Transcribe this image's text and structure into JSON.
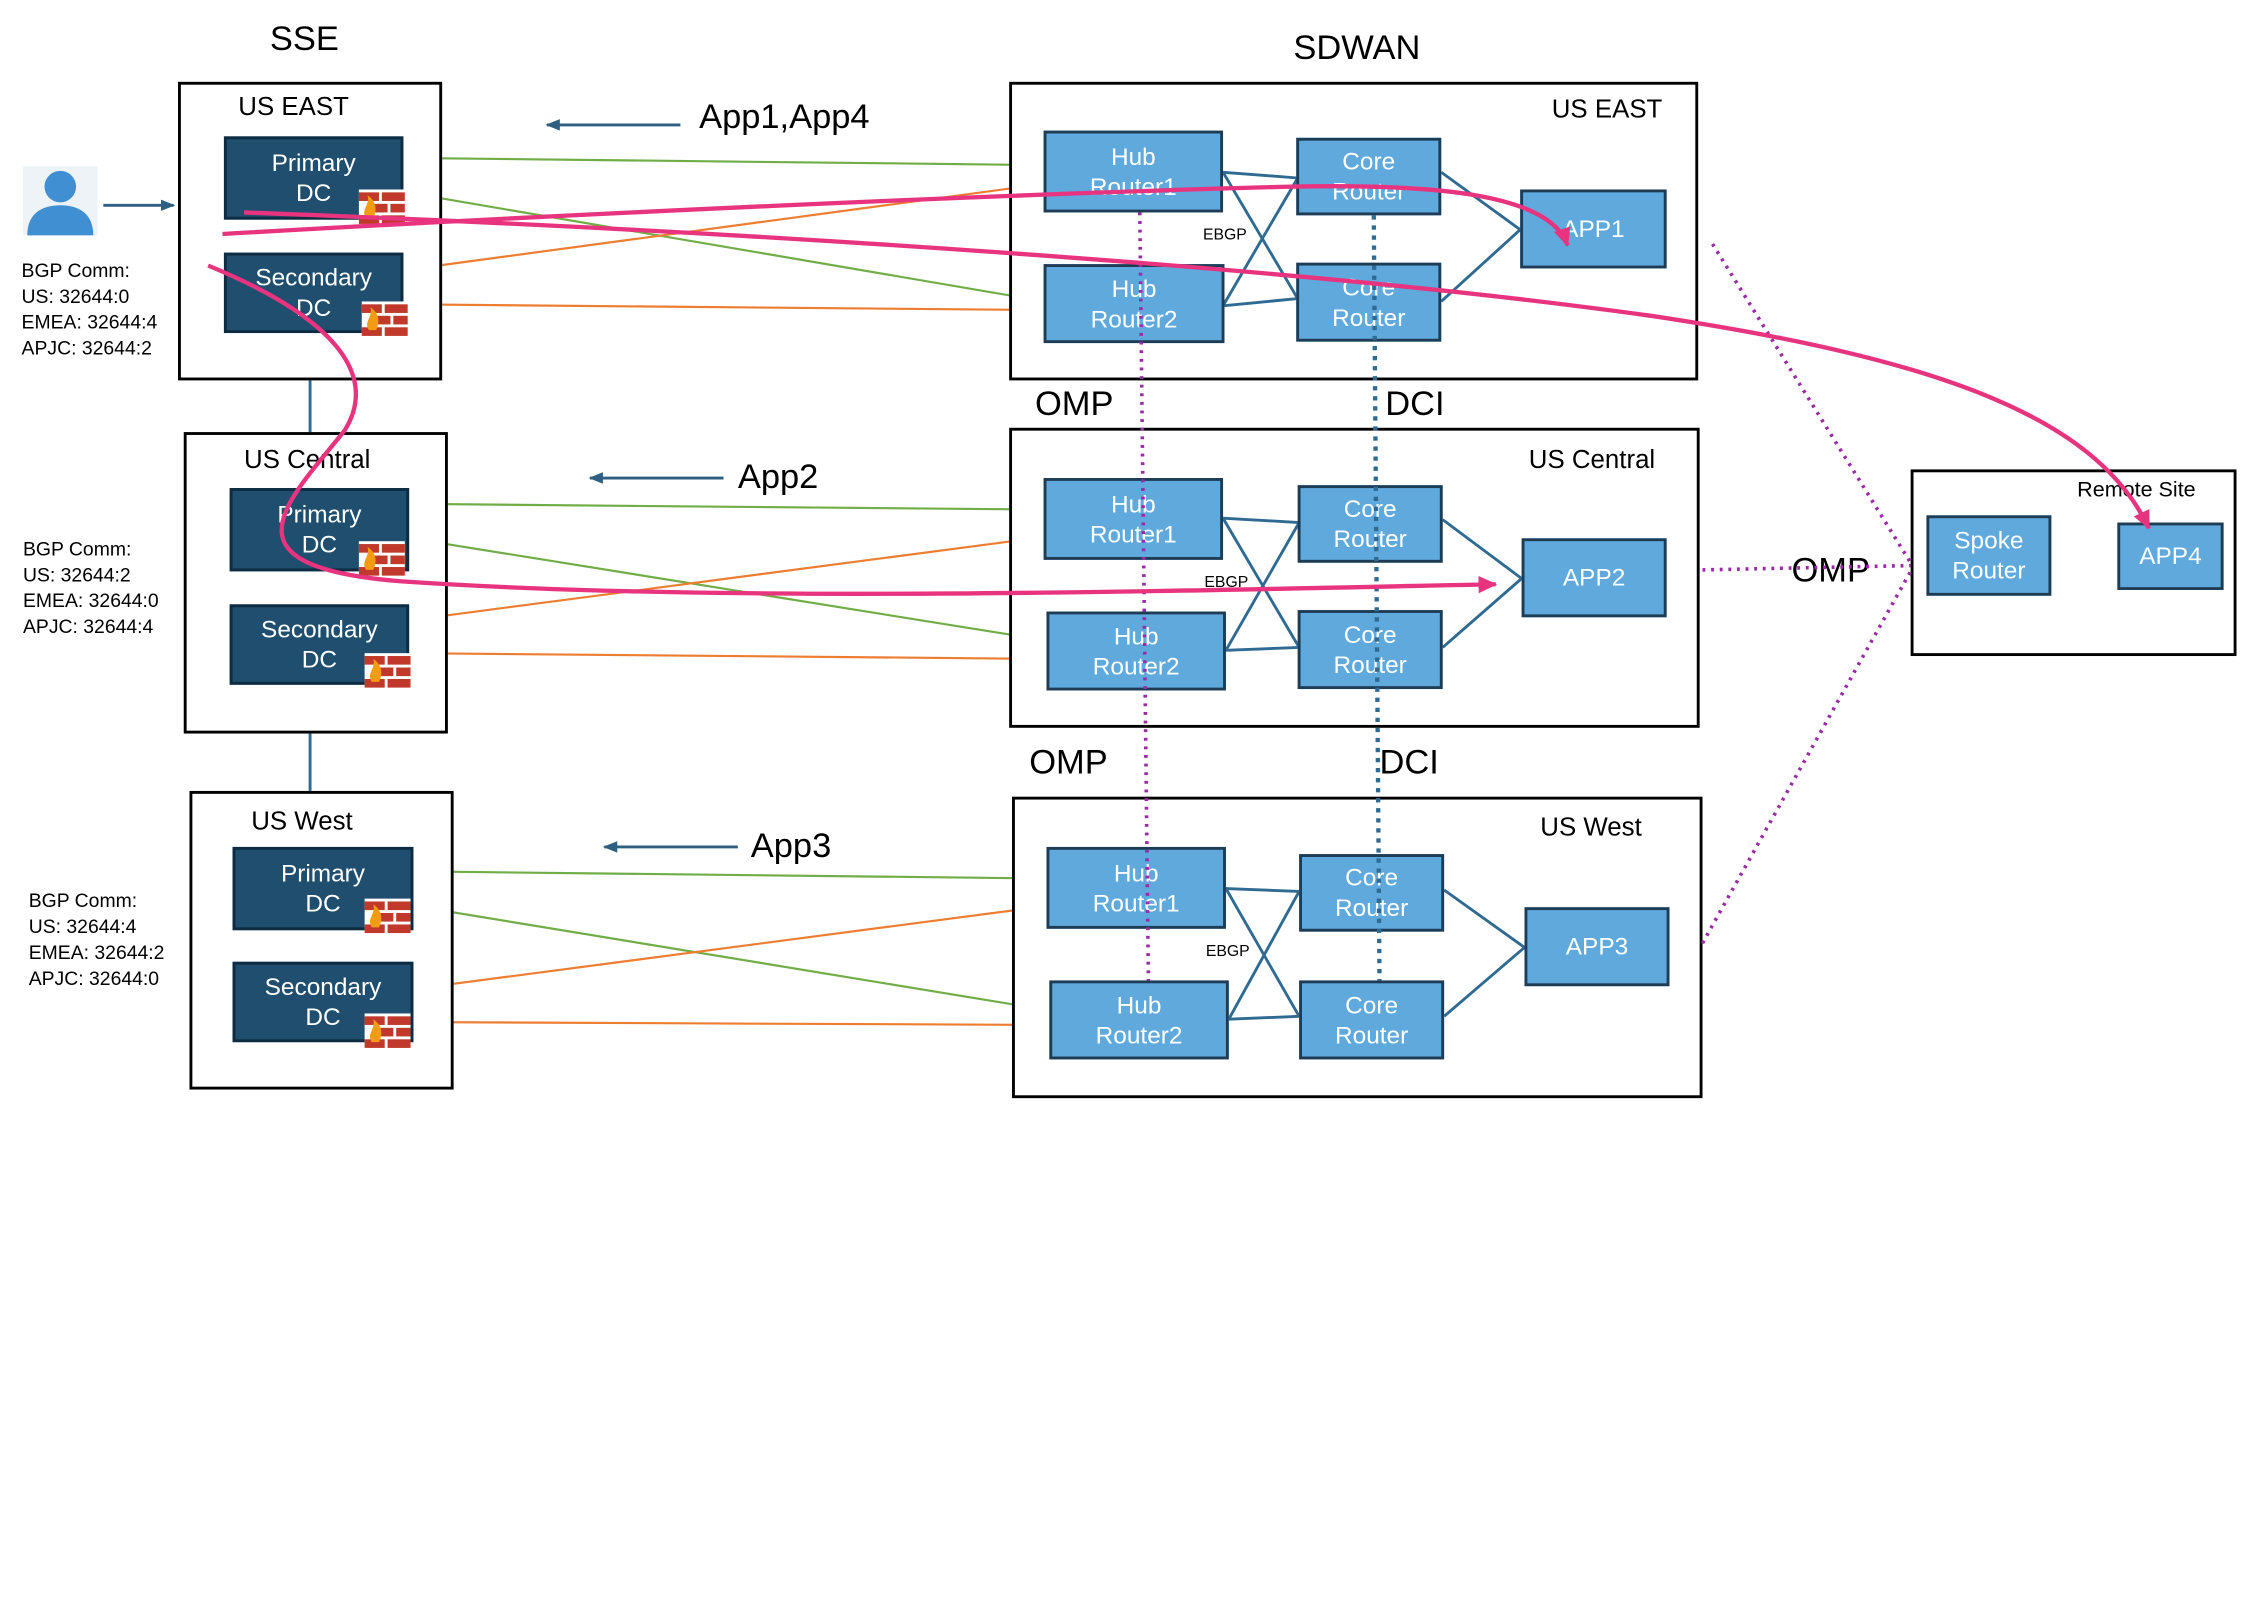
{
  "sse": {
    "title": "SSE",
    "regions": [
      {
        "name": "US EAST",
        "primary": [
          "Primary",
          "DC"
        ],
        "secondary": [
          "Secondary",
          "DC"
        ],
        "bgp": [
          "BGP Comm:",
          "US: 32644:0",
          "EMEA: 32644:4",
          "APJC: 32644:2"
        ],
        "apps_label": "App1,App4"
      },
      {
        "name": "US Central",
        "primary": [
          "Primary",
          "DC"
        ],
        "secondary": [
          "Secondary",
          "DC"
        ],
        "bgp": [
          "BGP Comm:",
          "US: 32644:2",
          "EMEA: 32644:0",
          "APJC: 32644:4"
        ],
        "apps_label": "App2"
      },
      {
        "name": "US West",
        "primary": [
          "Primary",
          "DC"
        ],
        "secondary": [
          "Secondary",
          "DC"
        ],
        "bgp": [
          "BGP Comm:",
          "US: 32644:4",
          "EMEA: 32644:2",
          "APJC: 32644:0"
        ],
        "apps_label": "App3"
      }
    ]
  },
  "sdwan": {
    "title": "SDWAN",
    "regions": [
      {
        "name": "US EAST",
        "hub1": [
          "Hub",
          "Router1"
        ],
        "hub2": [
          "Hub",
          "Router2"
        ],
        "core1": [
          "Core",
          "Router"
        ],
        "core2": [
          "Core",
          "Router"
        ],
        "app": "APP1",
        "ebgp": "EBGP"
      },
      {
        "name": "US Central",
        "hub1": [
          "Hub",
          "Router1"
        ],
        "hub2": [
          "Hub",
          "Router2"
        ],
        "core1": [
          "Core",
          "Router"
        ],
        "core2": [
          "Core",
          "Router"
        ],
        "app": "APP2",
        "ebgp": "EBGP"
      },
      {
        "name": "US West",
        "hub1": [
          "Hub",
          "Router1"
        ],
        "hub2": [
          "Hub",
          "Router2"
        ],
        "core1": [
          "Core",
          "Router"
        ],
        "core2": [
          "Core",
          "Router"
        ],
        "app": "APP3",
        "ebgp": "EBGP"
      }
    ],
    "link_labels": {
      "omp_1": "OMP",
      "dci_1": "DCI",
      "omp_2": "OMP",
      "dci_2": "DCI",
      "omp_remote": "OMP"
    }
  },
  "remote_site": {
    "name": "Remote Site",
    "spoke": [
      "Spoke",
      "Router"
    ],
    "app": "APP4"
  },
  "colors": {
    "dc_fill": "#1f4e6e",
    "node_fill": "#5fa9dc",
    "green_link": "#70ad47",
    "orange_link": "#ed7d31",
    "traffic": "#e8337e",
    "omp_dotted": "#9b2aa8",
    "dci_dotted": "#2e6a92",
    "arrow": "#2e5f80"
  },
  "icons": {
    "user": "user-icon",
    "firewall": "firewall-icon"
  }
}
